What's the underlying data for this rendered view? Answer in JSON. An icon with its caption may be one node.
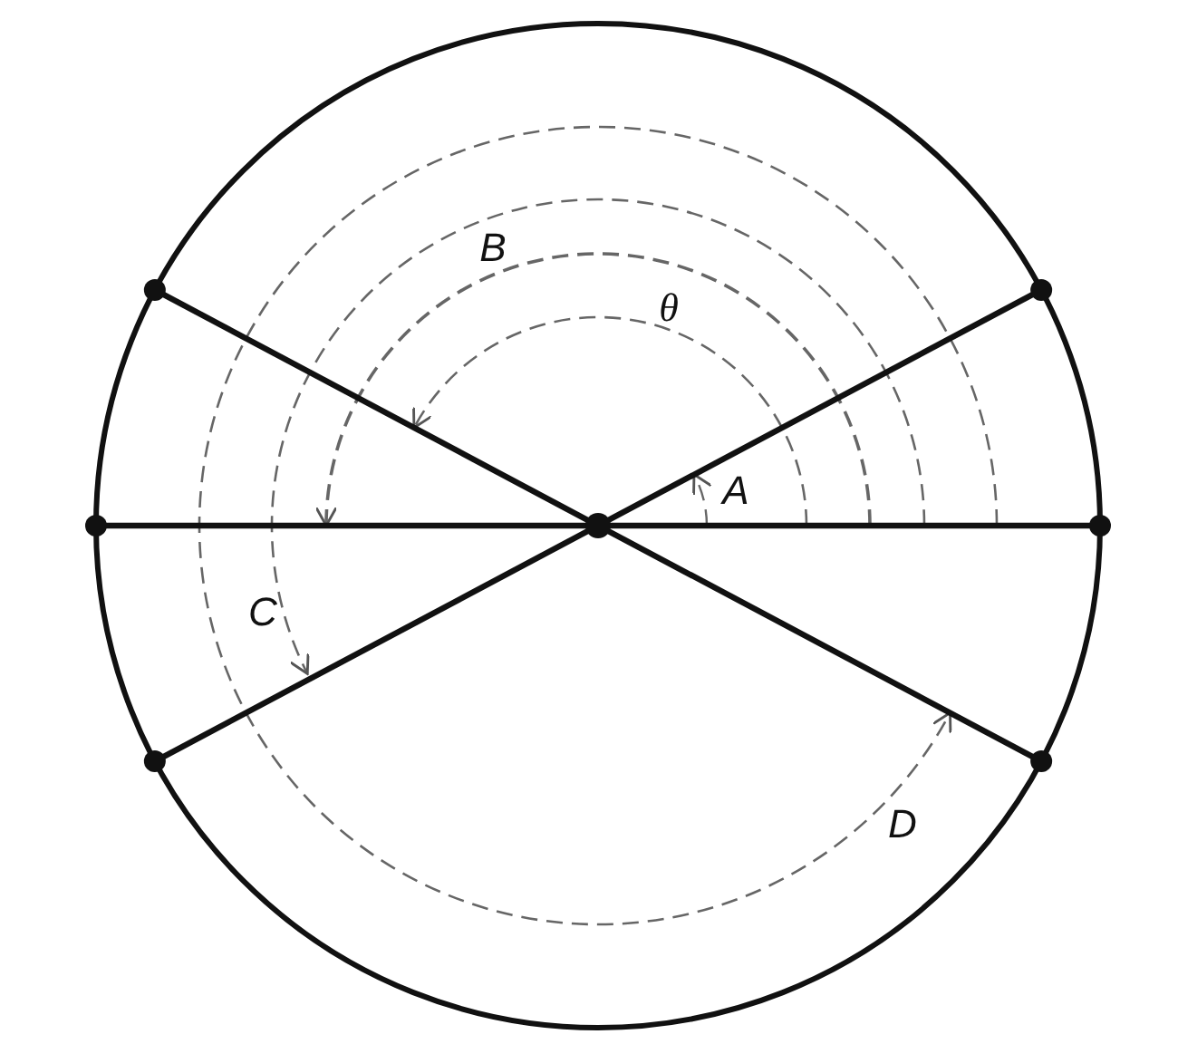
{
  "diagram": {
    "labels": [
      "B",
      "θ",
      "A",
      "C",
      "D"
    ]
  }
}
